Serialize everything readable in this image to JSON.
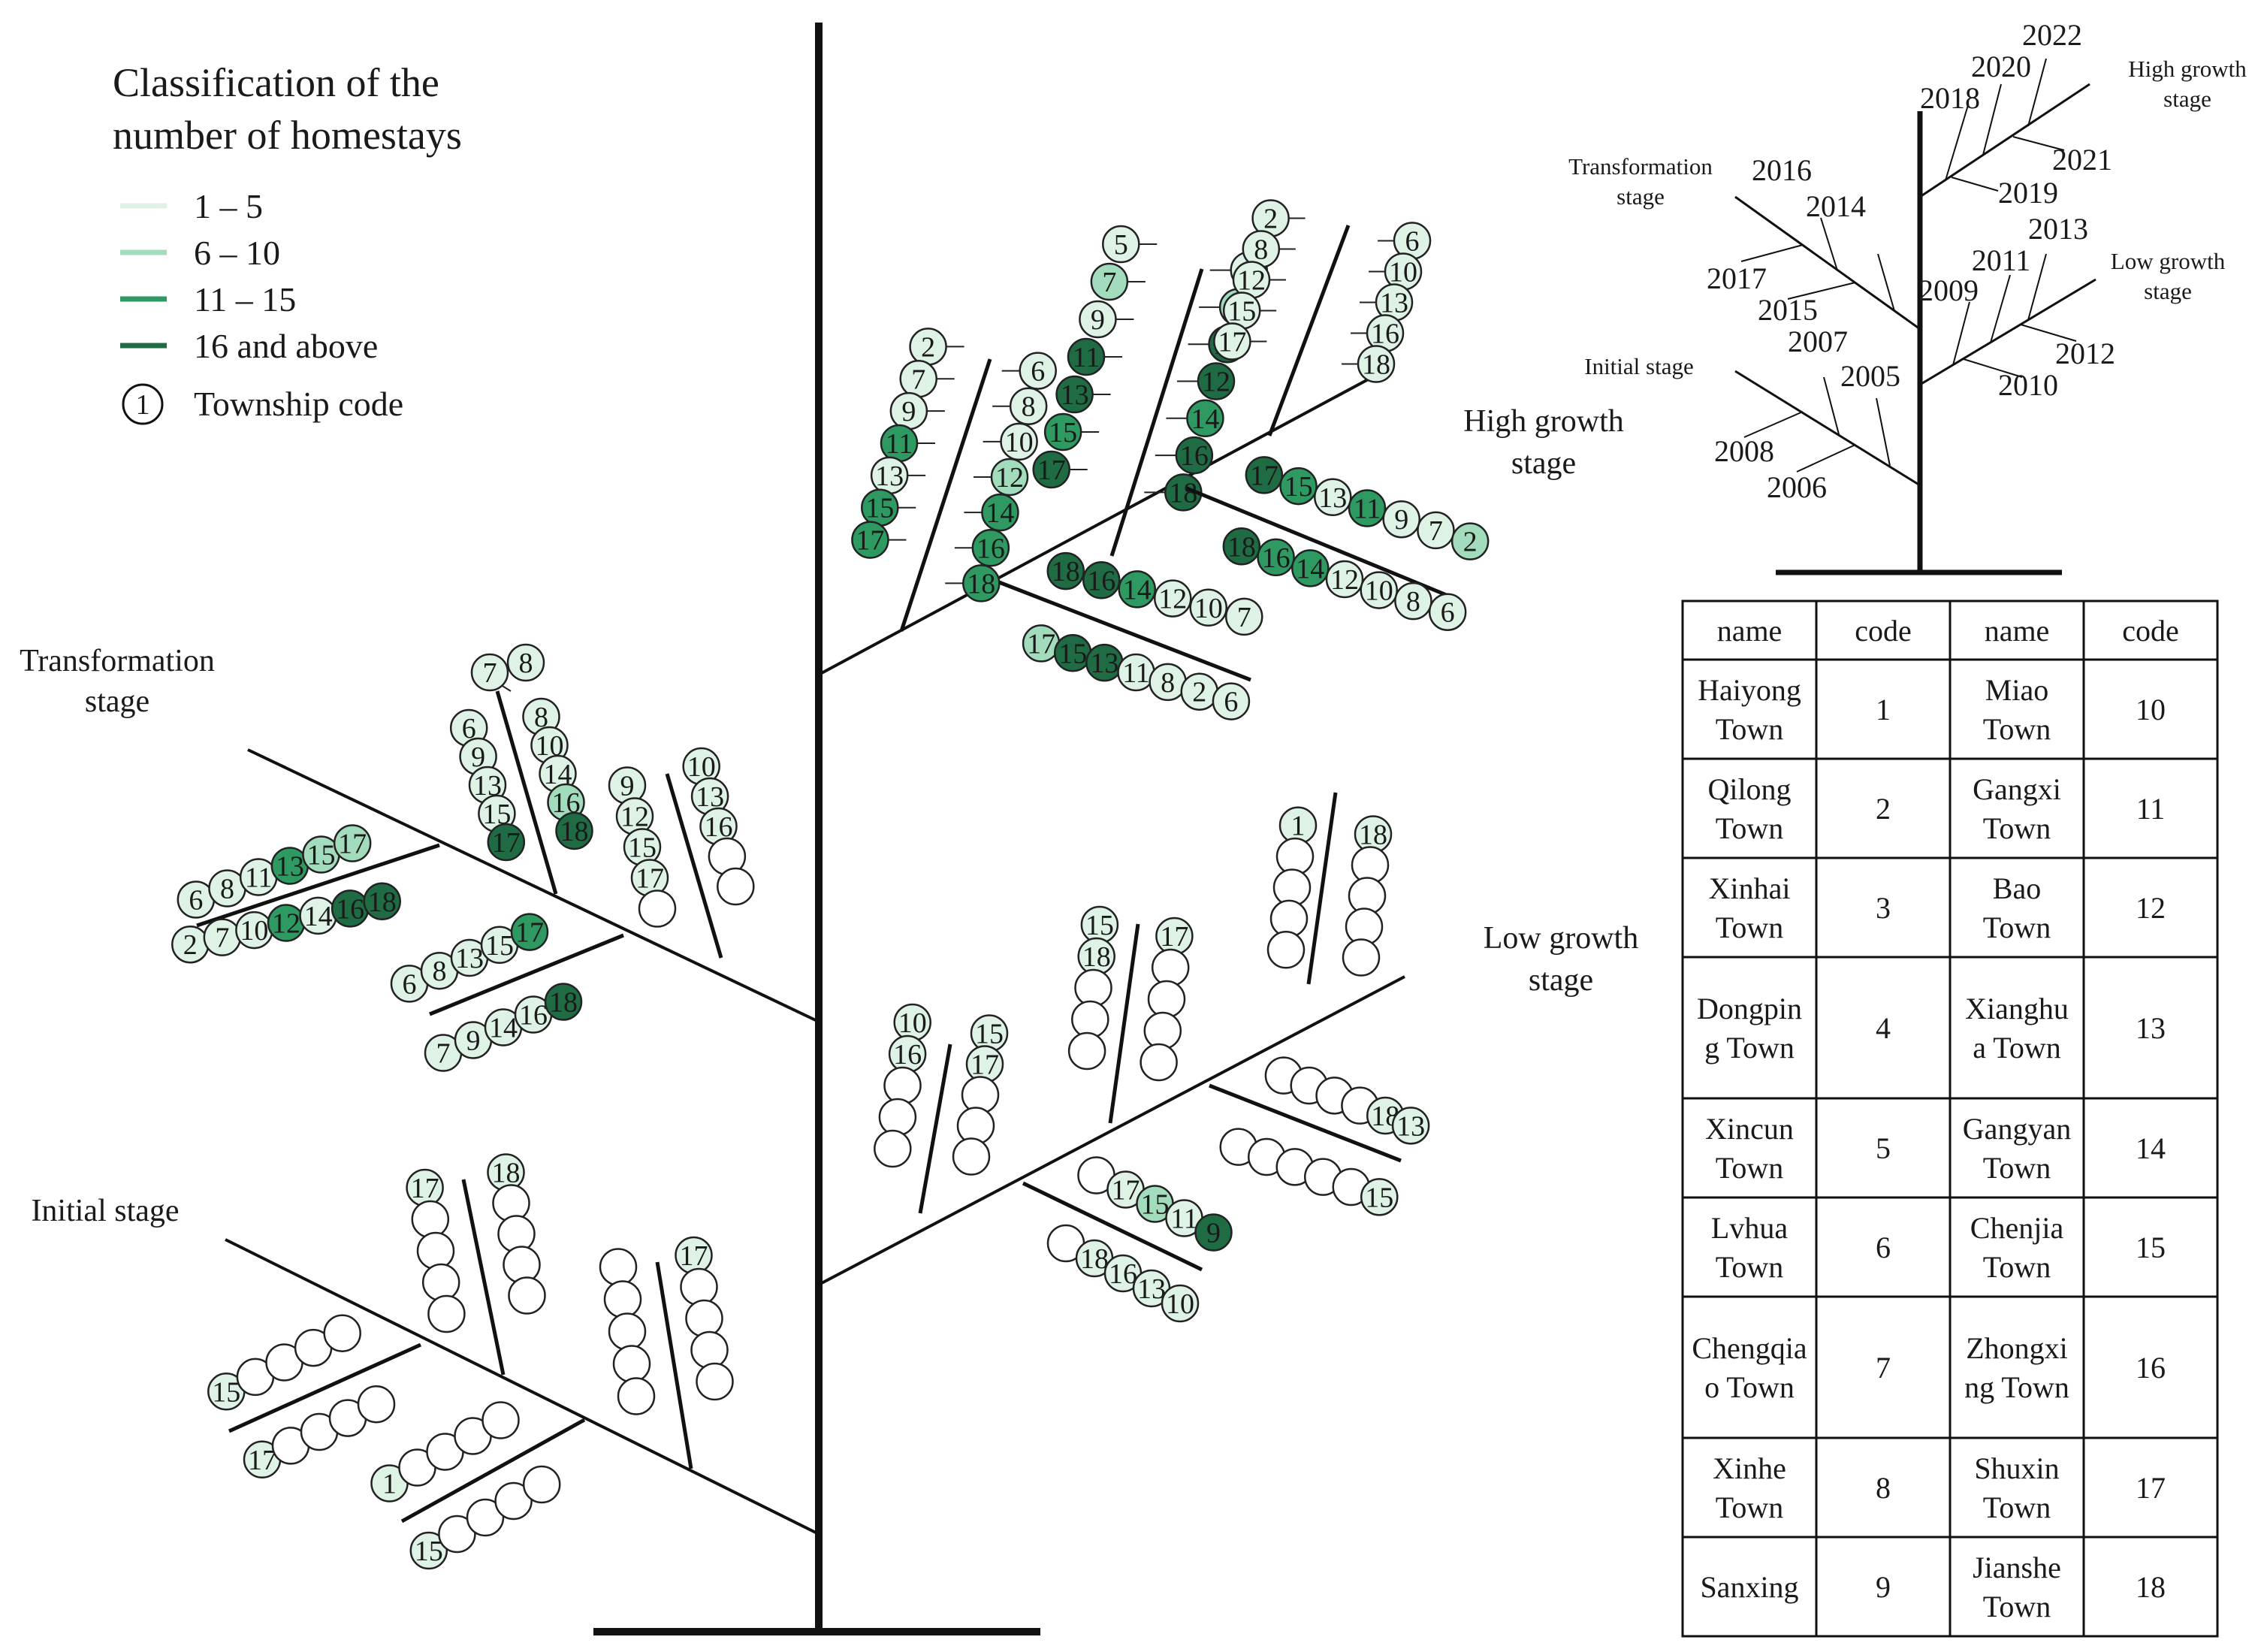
{
  "legend": {
    "title_line1": "Classification of the",
    "title_line2": "number of homestays",
    "classes": [
      {
        "label": "1 – 5",
        "color": "#dff2e6"
      },
      {
        "label": "6 – 10",
        "color": "#a3dcbc"
      },
      {
        "label": "11 – 15",
        "color": "#2e9a62"
      },
      {
        "label": "16 and above",
        "color": "#1f6b43"
      }
    ],
    "code_symbol": "1",
    "code_label": "Township code"
  },
  "stages": {
    "high": "High growth\nstage",
    "low": "Low growth\nstage",
    "transformation": "Transformation\nstage",
    "initial": "Initial stage"
  },
  "mini_tree": {
    "stages": {
      "high": "High growth\nstage",
      "low": "Low growth\nstage",
      "transformation": "Transformation\nstage",
      "initial": "Initial stage"
    },
    "years": [
      "2022",
      "2020",
      "2018",
      "2021",
      "2019",
      "2016",
      "2014",
      "2017",
      "2015",
      "2013",
      "2011",
      "2009",
      "2012",
      "2010",
      "2007",
      "2005",
      "2008",
      "2006"
    ]
  },
  "colors": {
    "class_1": "#dff2e6",
    "class_2": "#a3dcbc",
    "class_3": "#2e9a62",
    "class_4": "#1f6b43",
    "empty": "#ffffff"
  },
  "branches": {
    "high_a_top": [
      {
        "code": "2",
        "c": 1
      },
      {
        "code": "7",
        "c": 1
      },
      {
        "code": "9",
        "c": 1
      },
      {
        "code": "11",
        "c": 3
      },
      {
        "code": "13",
        "c": 1
      },
      {
        "code": "15",
        "c": 3
      },
      {
        "code": "17",
        "c": 3
      }
    ],
    "high_a_bot": [
      {
        "code": "6",
        "c": 1
      },
      {
        "code": "8",
        "c": 1
      },
      {
        "code": "10",
        "c": 1
      },
      {
        "code": "12",
        "c": 2
      },
      {
        "code": "14",
        "c": 3
      },
      {
        "code": "16",
        "c": 3
      },
      {
        "code": "18",
        "c": 3
      }
    ],
    "high_b_top": [
      {
        "code": "5",
        "c": 1
      },
      {
        "code": "7",
        "c": 2
      },
      {
        "code": "9",
        "c": 1
      },
      {
        "code": "11",
        "c": 4
      },
      {
        "code": "13",
        "c": 4
      },
      {
        "code": "15",
        "c": 3
      },
      {
        "code": "17",
        "c": 4
      }
    ],
    "high_b_bot": [
      {
        "code": "6",
        "c": 1
      },
      {
        "code": "8",
        "c": 2
      },
      {
        "code": "10",
        "c": 4
      },
      {
        "code": "12",
        "c": 4
      },
      {
        "code": "14",
        "c": 3
      },
      {
        "code": "16",
        "c": 4
      },
      {
        "code": "18",
        "c": 4
      }
    ],
    "high_c_top": [
      {
        "code": "2",
        "c": 1
      },
      {
        "code": "8",
        "c": 1
      },
      {
        "code": "12",
        "c": 1
      },
      {
        "code": "15",
        "c": 1
      },
      {
        "code": "17",
        "c": 1
      }
    ],
    "high_c_bot": [
      {
        "code": "6",
        "c": 1
      },
      {
        "code": "10",
        "c": 1
      },
      {
        "code": "13",
        "c": 1
      },
      {
        "code": "16",
        "c": 1
      },
      {
        "code": "18",
        "c": 1
      }
    ],
    "high_d_top": [
      {
        "code": "17",
        "c": 4
      },
      {
        "code": "15",
        "c": 3
      },
      {
        "code": "13",
        "c": 1
      },
      {
        "code": "11",
        "c": 3
      },
      {
        "code": "9",
        "c": 1
      },
      {
        "code": "7",
        "c": 1
      },
      {
        "code": "2",
        "c": 2
      }
    ],
    "high_d_bot": [
      {
        "code": "18",
        "c": 4
      },
      {
        "code": "16",
        "c": 3
      },
      {
        "code": "14",
        "c": 3
      },
      {
        "code": "12",
        "c": 1
      },
      {
        "code": "10",
        "c": 1
      },
      {
        "code": "8",
        "c": 1
      },
      {
        "code": "6",
        "c": 1
      }
    ],
    "high_e_top": [
      {
        "code": "18",
        "c": 4
      },
      {
        "code": "16",
        "c": 4
      },
      {
        "code": "14",
        "c": 3
      },
      {
        "code": "12",
        "c": 1
      },
      {
        "code": "10",
        "c": 1
      },
      {
        "code": "7",
        "c": 1
      }
    ],
    "high_e_bot": [
      {
        "code": "17",
        "c": 2
      },
      {
        "code": "15",
        "c": 4
      },
      {
        "code": "13",
        "c": 4
      },
      {
        "code": "11",
        "c": 1
      },
      {
        "code": "8",
        "c": 1
      },
      {
        "code": "2",
        "c": 1
      },
      {
        "code": "6",
        "c": 1
      }
    ],
    "tr_a_top": [
      {
        "code": "6",
        "c": 1
      },
      {
        "code": "9",
        "c": 1
      },
      {
        "code": "13",
        "c": 1
      },
      {
        "code": "15",
        "c": 1
      },
      {
        "code": "17",
        "c": 4
      }
    ],
    "tr_a_bot": [
      {
        "code": "8",
        "c": 1
      },
      {
        "code": "10",
        "c": 1
      },
      {
        "code": "14",
        "c": 1
      },
      {
        "code": "16",
        "c": 2
      },
      {
        "code": "18",
        "c": 4
      }
    ],
    "tr_a_head": [
      {
        "code": "7",
        "c": 1
      }
    ],
    "tr_b_top": [
      {
        "code": "9",
        "c": 1
      },
      {
        "code": "12",
        "c": 1
      },
      {
        "code": "15",
        "c": 1
      },
      {
        "code": "17",
        "c": 1
      },
      {
        "code": "",
        "c": 0
      }
    ],
    "tr_b_bot": [
      {
        "code": "10",
        "c": 1
      },
      {
        "code": "13",
        "c": 1
      },
      {
        "code": "16",
        "c": 1
      },
      {
        "code": "",
        "c": 0
      },
      {
        "code": "",
        "c": 0
      }
    ],
    "tr_c_top": [
      {
        "code": "6",
        "c": 1
      },
      {
        "code": "8",
        "c": 1
      },
      {
        "code": "11",
        "c": 1
      },
      {
        "code": "13",
        "c": 3
      },
      {
        "code": "15",
        "c": 2
      },
      {
        "code": "17",
        "c": 2
      }
    ],
    "tr_c_bot": [
      {
        "code": "2",
        "c": 1
      },
      {
        "code": "7",
        "c": 1
      },
      {
        "code": "10",
        "c": 1
      },
      {
        "code": "12",
        "c": 3
      },
      {
        "code": "14",
        "c": 1
      },
      {
        "code": "16",
        "c": 4
      },
      {
        "code": "18",
        "c": 4
      }
    ],
    "tr_d_top": [
      {
        "code": "6",
        "c": 1
      },
      {
        "code": "8",
        "c": 1
      },
      {
        "code": "13",
        "c": 1
      },
      {
        "code": "15",
        "c": 1
      },
      {
        "code": "17",
        "c": 3
      }
    ],
    "tr_d_bot": [
      {
        "code": "7",
        "c": 1
      },
      {
        "code": "9",
        "c": 1
      },
      {
        "code": "14",
        "c": 1
      },
      {
        "code": "16",
        "c": 1
      },
      {
        "code": "18",
        "c": 4
      }
    ],
    "lo_a_top": [
      {
        "code": "10",
        "c": 1
      },
      {
        "code": "16",
        "c": 1
      },
      {
        "code": "",
        "c": 0
      },
      {
        "code": "",
        "c": 0
      },
      {
        "code": "",
        "c": 0
      }
    ],
    "lo_a_bot": [
      {
        "code": "15",
        "c": 1
      },
      {
        "code": "17",
        "c": 1
      },
      {
        "code": "",
        "c": 0
      },
      {
        "code": "",
        "c": 0
      },
      {
        "code": "",
        "c": 0
      }
    ],
    "lo_b_top": [
      {
        "code": "15",
        "c": 1
      },
      {
        "code": "18",
        "c": 1
      },
      {
        "code": "",
        "c": 0
      },
      {
        "code": "",
        "c": 0
      },
      {
        "code": "",
        "c": 0
      }
    ],
    "lo_b_bot": [
      {
        "code": "17",
        "c": 1
      },
      {
        "code": "",
        "c": 0
      },
      {
        "code": "",
        "c": 0
      },
      {
        "code": "",
        "c": 0
      },
      {
        "code": "",
        "c": 0
      }
    ],
    "lo_c_top": [
      {
        "code": "1",
        "c": 1
      },
      {
        "code": "",
        "c": 0
      },
      {
        "code": "",
        "c": 0
      },
      {
        "code": "",
        "c": 0
      },
      {
        "code": "",
        "c": 0
      }
    ],
    "lo_c_bot": [
      {
        "code": "18",
        "c": 1
      },
      {
        "code": "",
        "c": 0
      },
      {
        "code": "",
        "c": 0
      },
      {
        "code": "",
        "c": 0
      },
      {
        "code": "",
        "c": 0
      }
    ],
    "lo_d_top": [
      {
        "code": "",
        "c": 0
      },
      {
        "code": "",
        "c": 0
      },
      {
        "code": "",
        "c": 0
      },
      {
        "code": "",
        "c": 0
      },
      {
        "code": "18",
        "c": 1
      },
      {
        "code": "13",
        "c": 1
      }
    ],
    "lo_d_bot": [
      {
        "code": "",
        "c": 0
      },
      {
        "code": "",
        "c": 0
      },
      {
        "code": "",
        "c": 0
      },
      {
        "code": "",
        "c": 0
      },
      {
        "code": "",
        "c": 0
      },
      {
        "code": "15",
        "c": 1
      }
    ],
    "lo_e_top": [
      {
        "code": "",
        "c": 0
      },
      {
        "code": "17",
        "c": 1
      },
      {
        "code": "15",
        "c": 2
      },
      {
        "code": "11",
        "c": 1
      },
      {
        "code": "9",
        "c": 4
      }
    ],
    "lo_e_bot": [
      {
        "code": "",
        "c": 0
      },
      {
        "code": "18",
        "c": 1
      },
      {
        "code": "16",
        "c": 1
      },
      {
        "code": "13",
        "c": 1
      },
      {
        "code": "10",
        "c": 1
      }
    ],
    "in_a_top": [
      {
        "code": "17",
        "c": 1
      },
      {
        "code": "",
        "c": 0
      },
      {
        "code": "",
        "c": 0
      },
      {
        "code": "",
        "c": 0
      },
      {
        "code": "",
        "c": 0
      }
    ],
    "in_a_bot": [
      {
        "code": "18",
        "c": 1
      },
      {
        "code": "",
        "c": 0
      },
      {
        "code": "",
        "c": 0
      },
      {
        "code": "",
        "c": 0
      },
      {
        "code": "",
        "c": 0
      }
    ],
    "in_b_top": [
      {
        "code": "",
        "c": 0
      },
      {
        "code": "",
        "c": 0
      },
      {
        "code": "",
        "c": 0
      },
      {
        "code": "",
        "c": 0
      },
      {
        "code": "",
        "c": 0
      }
    ],
    "in_b_bot": [
      {
        "code": "17",
        "c": 1
      },
      {
        "code": "",
        "c": 0
      },
      {
        "code": "",
        "c": 0
      },
      {
        "code": "",
        "c": 0
      },
      {
        "code": "",
        "c": 0
      }
    ],
    "in_c_top": [
      {
        "code": "15",
        "c": 1
      },
      {
        "code": "",
        "c": 0
      },
      {
        "code": "",
        "c": 0
      },
      {
        "code": "",
        "c": 0
      },
      {
        "code": "",
        "c": 0
      }
    ],
    "in_c_bot": [
      {
        "code": "17",
        "c": 1
      },
      {
        "code": "",
        "c": 0
      },
      {
        "code": "",
        "c": 0
      },
      {
        "code": "",
        "c": 0
      },
      {
        "code": "",
        "c": 0
      }
    ],
    "in_d_top": [
      {
        "code": "1",
        "c": 1
      },
      {
        "code": "",
        "c": 0
      },
      {
        "code": "",
        "c": 0
      },
      {
        "code": "",
        "c": 0
      },
      {
        "code": "",
        "c": 0
      }
    ],
    "in_d_bot": [
      {
        "code": "15",
        "c": 1
      },
      {
        "code": "",
        "c": 0
      },
      {
        "code": "",
        "c": 0
      },
      {
        "code": "",
        "c": 0
      },
      {
        "code": "",
        "c": 0
      }
    ]
  },
  "table": {
    "headers": [
      "name",
      "code",
      "name",
      "code"
    ],
    "rows": [
      [
        "Haiyong\nTown",
        "1",
        "Miao\nTown",
        "10"
      ],
      [
        "Qilong\nTown",
        "2",
        "Gangxi\nTown",
        "11"
      ],
      [
        "Xinhai\nTown",
        "3",
        "Bao\nTown",
        "12"
      ],
      [
        "Dongpin\ng Town",
        "4",
        "Xianghu\na Town",
        "13"
      ],
      [
        "Xincun\nTown",
        "5",
        "Gangyan\nTown",
        "14"
      ],
      [
        "Lvhua\nTown",
        "6",
        "Chenjia\nTown",
        "15"
      ],
      [
        "Chengqia\no Town",
        "7",
        "Zhongxi\nng Town",
        "16"
      ],
      [
        "Xinhe\nTown",
        "8",
        "Shuxin\nTown",
        "17"
      ],
      [
        "Sanxing",
        "9",
        "Jianshe\nTown",
        "18"
      ]
    ]
  }
}
